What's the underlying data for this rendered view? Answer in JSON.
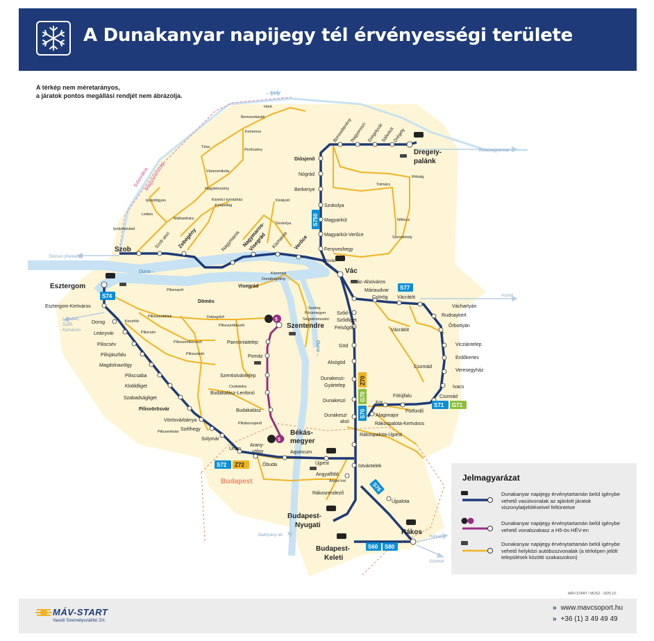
{
  "header": {
    "title": "A Dunakanyar napijegy tél érvényességi területe",
    "icon": "snowflake-icon"
  },
  "note": {
    "line1": "A térkép nem méretarányos,",
    "line2": "a járatok pontos megállási rendjét nem ábrázolja."
  },
  "colors": {
    "header_bg": "#1e3a78",
    "rail": "#1e3a78",
    "hev": "#9b2d82",
    "bus": "#f0b323",
    "area": "#fdf5d5",
    "water": "#c7e2f2",
    "line_badge_blue": "#0b8fd6",
    "line_badge_green": "#8dbf3d",
    "line_badge_yellow": "#f0b323",
    "border": "#d9a7c7",
    "budapest": "#e8866a"
  },
  "map": {
    "rivers": {
      "ipoly": "←Ipoly",
      "duna1": "Duna→",
      "duna2": "Duna→"
    },
    "borders": {
      "sk": "Szlovákia",
      "hu": "Magyarország"
    },
    "external": {
      "sturovo": "Štúrovo (Párkány)",
      "balassagyarmat": "Balassagyarmat",
      "aszod": "Aszód",
      "hatvan": "Hatvan",
      "szolnok": "Szolnok",
      "labatlan": "Labatlan,",
      "sutto": "Süttő,",
      "komarom": "Komárom",
      "batthyany": "Batthyány tér"
    },
    "line_badges": {
      "s74": "S74",
      "s750": "S750",
      "s77": "S77",
      "s72": "S72",
      "z72": "Z72",
      "s70": "S70",
      "g70": "G70",
      "z70": "Z70",
      "s71": "S71",
      "g71": "G71",
      "s76": "S76",
      "s60": "S60",
      "s80": "S80",
      "h5": "5",
      "h5b": "5"
    },
    "budapest_label": "Budapest",
    "stations": {
      "szob": "Szob",
      "szobalso": "Szob alsó",
      "zebegeny": "Zebegény",
      "nagymaros": "Nagymaros",
      "nagymarosvisegrad1": "Nagymaros-",
      "nagymarosvisegrad2": "Visegrád",
      "kismaros": "Kismaros",
      "veroce": "Verőce",
      "kisvac": "Kisvác",
      "vac": "Vác",
      "hont": "Hont",
      "bernecebarati": "Bernecebaráti",
      "kemence": "Kemence",
      "perocseny": "Perőcsény",
      "tesa": "Tésa",
      "vamosmikola": "Vámosmikola",
      "nagyborzsony": "Nagybörzsöny",
      "ipolytolgyes": "Ipolytölgyes",
      "letkes": "Letkés",
      "malnastra": "Málnastrara",
      "ipolydamasd": "Ipolydamásd",
      "kisinoci1": "Kisinóci turistaház",
      "kospallag": "Kóspallag",
      "kiralyret": "Királyrét",
      "szokolya1": "Szokolya",
      "borsosbereny": "Borsosberény",
      "nagyoroszi": "Nagyoroszi",
      "dregelyvar": "Drégelyvár",
      "saferkut": "Sáferkút",
      "dregely": "Drégely",
      "dregelypalank1": "Drégely-",
      "dregelypalank2": "palánk",
      "diosjeno": "Diósjenő",
      "nograd": "Nógrád",
      "berkenye": "Berkenye",
      "szokolya2": "Szokolya",
      "magyarkut": "Magyarkút",
      "magyarkutveroce": "Magyarkút-Verőce",
      "fenyveshegy": "Fenyveshegy",
      "retsag": "Rétság",
      "tolmacs": "Tolmács",
      "notincs": "Nőtincs",
      "szendehely": "Szendehely",
      "esztergom": "Esztergom",
      "esztergomkertvaros": "Esztergom-Kertváros",
      "pilismarot": "Pilismarót",
      "domos": "Dömös",
      "visegrad": "Visegrád",
      "kisoroszi": "Kisoroszi",
      "dunabogdany": "Dunabogdány",
      "surany1": "Surány,",
      "surany2": "Pócsmegyer",
      "szigetmonostor": "Szigetmonostor",
      "szentendre": "Szentendre",
      "pannoniatelep": "Pannóniatelep",
      "pomaz": "Pomáz",
      "szentistvantelep": "Szentistvántelep",
      "csobanka": "Csobánka",
      "budakalaszlenfono": "Budakalász-Lenfonó",
      "budakalasz": "Budakalász",
      "pilisborosjeno": "Pilisborosjenő",
      "bekasmegyer1": "Békás-",
      "bekasmegyer2": "megyer",
      "dorog": "Dorog",
      "kesztolc": "Kesztölc",
      "leanyvar": "Leányvár",
      "piliscsev": "Piliscsév",
      "piliscsev2": "Piliscsév",
      "pilisjaszfalu": "Pilisjászfalu",
      "magdolnavolgy": "Magdolnavölgy",
      "piliscsaba": "Piliscsaba",
      "klotildliget": "Klotildliget",
      "szabadsagliget": "Szabadságliget",
      "pilisvorosvar": "Pilisvörösvár",
      "vorosvarbanya": "Vörösvárbánya",
      "szelhegy": "Szélhegy",
      "solymar": "Solymár",
      "piliszentivan": "Piliszentiván",
      "urom": "Üröm",
      "pilisszentlelek": "Pilisszentlélek",
      "dobogoko": "Dobogókő",
      "pilisszentlaszlo": "Pilisszentlászló",
      "pilisszentkereszt": "Pilisszentkereszt",
      "pilisszanto": "Pilisszántó",
      "aranyvolgy1": "Arany-",
      "aranyvolgy2": "völgy",
      "obuda": "Óbuda",
      "aquincum": "Aquincum",
      "ujpest": "Újpest",
      "angyalfold": "Angyalföld",
      "arpadhid": "Árpád híd",
      "rakosrendezo": "Rákosrendező",
      "budapestnyugati1": "Budapest-",
      "budapestnyugati2": "Nyugati",
      "budapestkeleti1": "Budapest-",
      "budapestkeleti2": "Keleti",
      "vacalsovaros": "Vác-Alsóváros",
      "mariaudvar": "Máriaudvar",
      "csorog": "Csörög",
      "vacratot": "Vácrátót",
      "vacratot2": "Vácrátót",
      "vachartyan": "Váchartyán",
      "rudnaykert": "Rudnaykert",
      "orbottyan": "Őrbottyán",
      "vicziantelep": "Vicziántelep",
      "erdokertes": "Erdőkertes",
      "veresegyhaz": "Veresegyház",
      "ivacs": "Ivacs",
      "csomad": "Csomád",
      "csomad2": "Csomád",
      "szod1": "Sződ-",
      "szod2": "Sződliget",
      "felsogod": "Felsőgöd",
      "god": "Göd",
      "alsogod": "Alsógöd",
      "dunakeszigyartelep1": "Dunakeszi-",
      "dunakeszigyartelep2": "Gyártelep",
      "dunakeszi": "Dunakeszi",
      "dunakeszialso1": "Dunakeszi",
      "dunakeszialso2": "alsó",
      "fot": "Fót",
      "fotujfalu": "Fótújfalu",
      "fotfurdo": "Fótfürdő",
      "alagimajor": "Alagimajor",
      "rakospalotakertvaros": "Rákospalota-Kertváros",
      "rakospalotaujpest": "Rákospalota-Újpest",
      "istvantelek": "Istvántelek",
      "ujpalota": "Újpalota",
      "rakos": "Rákos"
    }
  },
  "legend": {
    "title": "Jelmagyarázat",
    "rail": "Dunakanyar napijegy érvénytartamán belül igénybe vehető vasútvonalak az ajánlott járatok viszonylatjelöléseivel feltüntetve",
    "hev": "Dunakanyar napijegy érvénytartamán belül igénybe vehető vonalszakasz a H5-ös HÉV-en",
    "bus": "Dunakanyar napijegy érvénytartamán belül igénybe vehető helyközi autóbuszvonalak (a térképen jelölt települések közötti szakaszokon)"
  },
  "credit": "MÁV-START / MUSZ - 2025.10.",
  "footer": {
    "logo": "MÁV-START",
    "logo_sub": "Vasúti Személyszállító Zrt.",
    "website": "www.mavcsoport.hu",
    "phone": "+36 (1) 3 49 49 49"
  }
}
